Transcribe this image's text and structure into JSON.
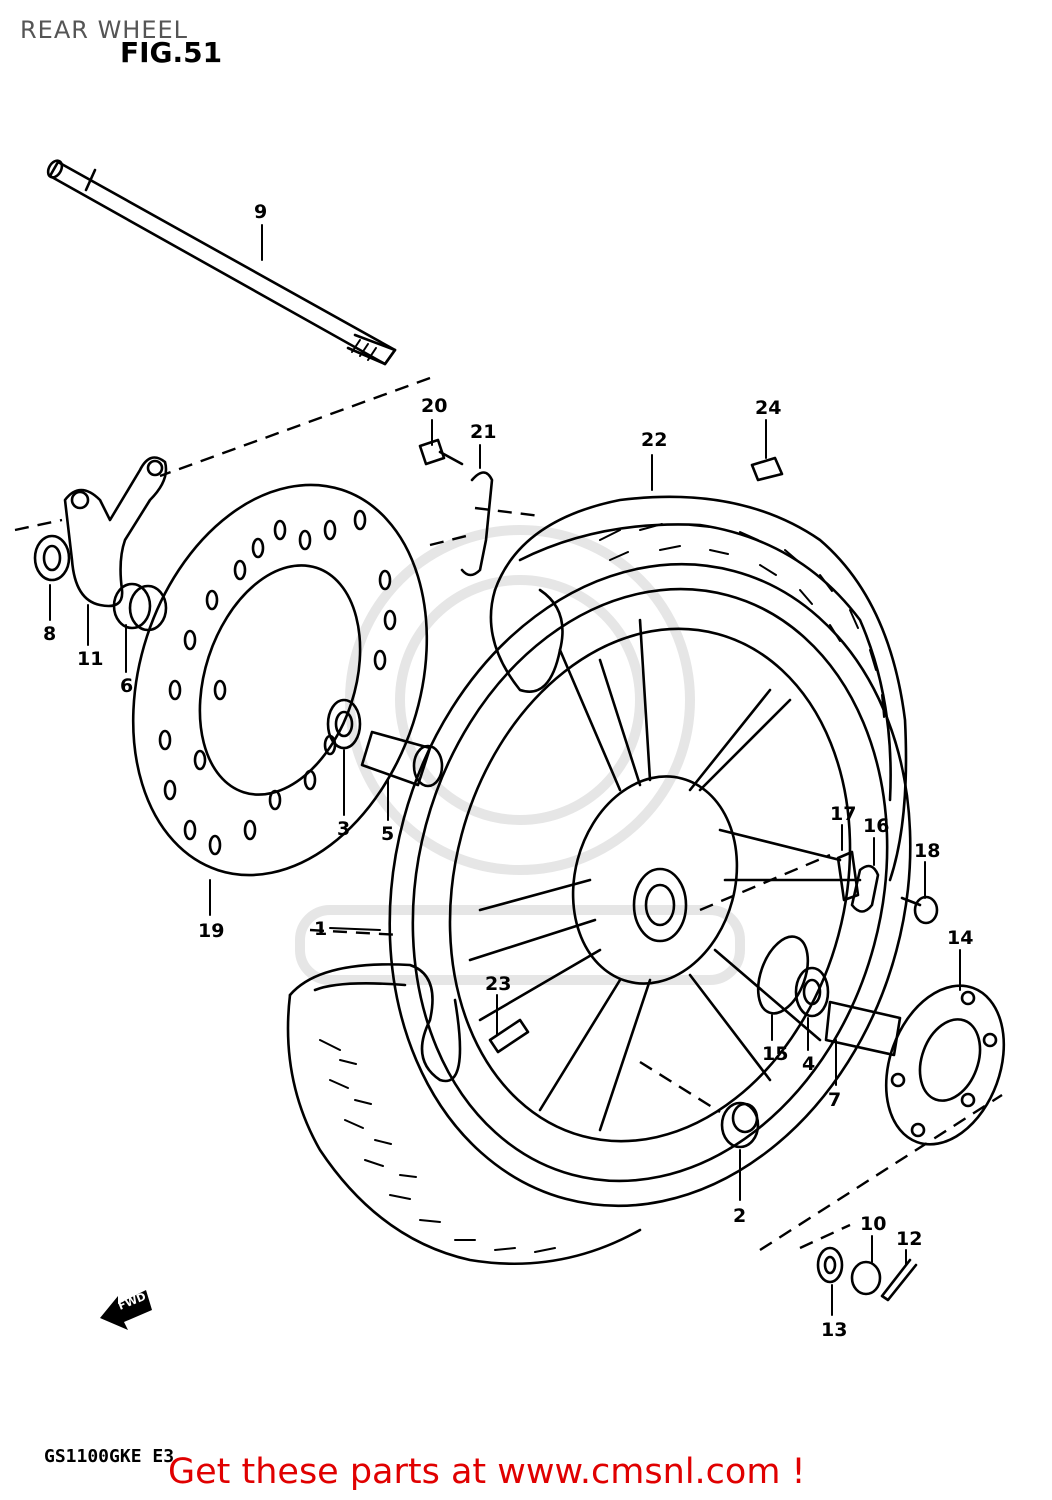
{
  "page_title": "REAR WHEEL",
  "figure_label": "FIG.51",
  "model_code": "GS1100GKE E3",
  "call_to_action": "Get these parts at www.cmsnl.com !",
  "fwd_label": "FWD",
  "callouts": {
    "c1": "1",
    "c2": "2",
    "c3": "3",
    "c4": "4",
    "c5": "5",
    "c6": "6",
    "c7": "7",
    "c8": "8",
    "c9": "9",
    "c10": "10",
    "c11": "11",
    "c12": "12",
    "c13": "13",
    "c14": "14",
    "c15": "15",
    "c16": "16",
    "c17": "17",
    "c18": "18",
    "c19": "19",
    "c20": "20",
    "c21": "21",
    "c22": "22",
    "c23": "23",
    "c24": "24"
  }
}
